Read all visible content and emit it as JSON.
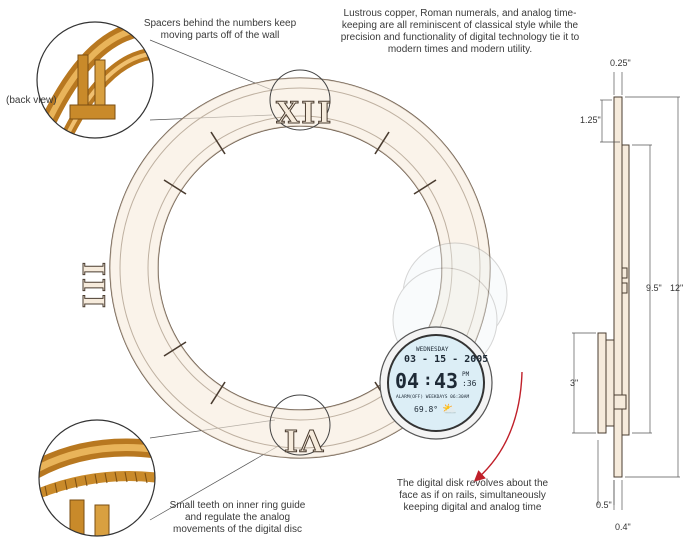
{
  "annotations": {
    "spacers": "Spacers behind the numbers keep moving parts off of the wall",
    "back_view": "(back view)",
    "materials": "Lustrous copper, Roman numerals, and analog time-keeping are all reminiscent of classical style while the precision and functionality of digital technology tie it to modern times and modern utility.",
    "teeth": "Small teeth on inner ring guide and regulate the analog movements of the digital disc",
    "disk": "The digital disk revolves about the face as if on rails, simultaneously keeping digital and analog time"
  },
  "dimensions": {
    "top_thickness": "0.25\"",
    "spacer": "1.25\"",
    "inner": "9.5\"",
    "overall": "12\"",
    "disc_height": "3\"",
    "base_depth": "0.5\"",
    "bottom_thickness": "0.4\""
  },
  "numerals": {
    "top": "XII",
    "left": "III",
    "bottom": "VI"
  },
  "display": {
    "day": "WEDNESDAY",
    "date": "03 - 15 - 2005",
    "hour": "04",
    "colon": ":",
    "minute": "43",
    "ampm": "PM",
    "seconds": ":36",
    "alarm": "ALARM(OFF)  WEEKDAYS  06:30AM",
    "temp": "69.8°",
    "weather_icon": "sun-cloud-icon"
  },
  "colors": {
    "ring_fill": "#f6ebdc",
    "ring_stroke": "#6b5a4a",
    "copper": "#c98a2a",
    "lcd_bg": "#dceef6",
    "arrow": "#c0202a"
  }
}
